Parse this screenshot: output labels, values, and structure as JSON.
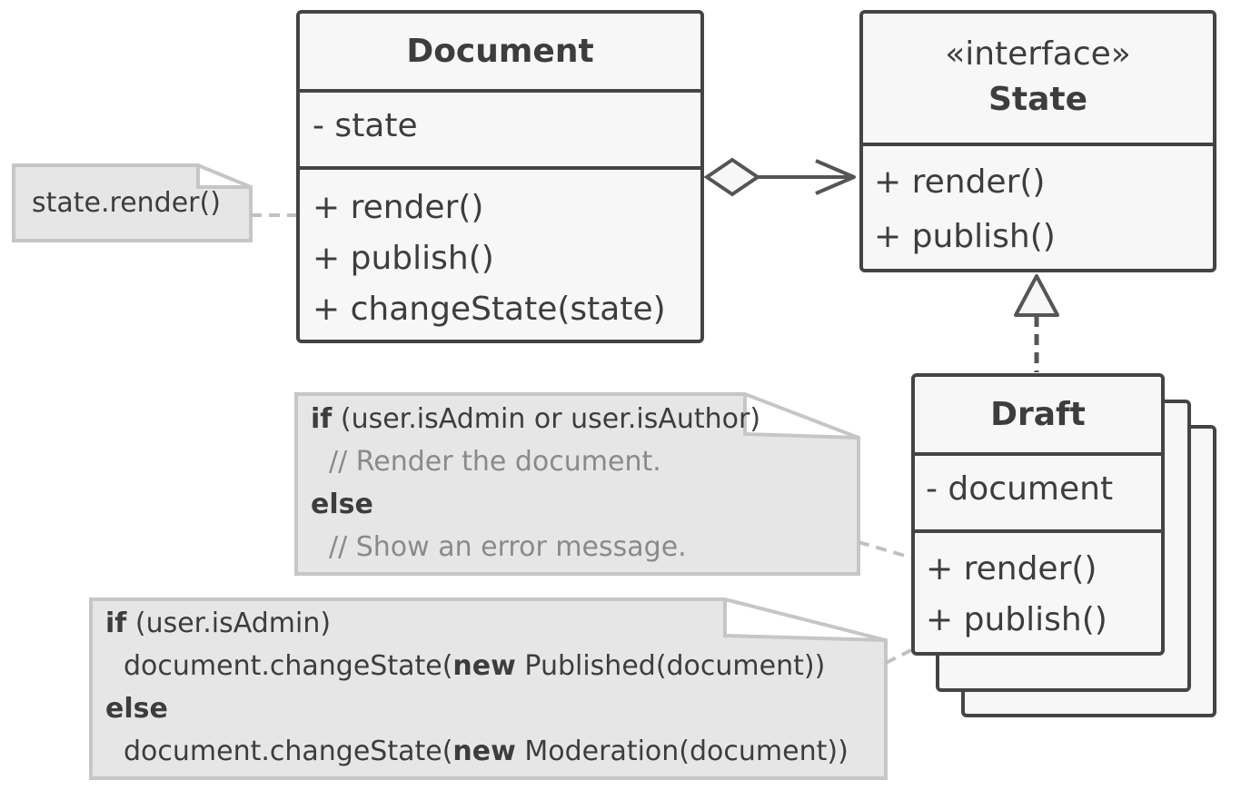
{
  "document_class": {
    "name": "Document",
    "fields": [
      "- state"
    ],
    "methods": [
      "+ render()",
      "+ publish()",
      "+ changeState(state)"
    ]
  },
  "state_interface": {
    "stereotype": "«interface»",
    "name": "State",
    "methods": [
      "+ render()",
      "+ publish()"
    ]
  },
  "draft_class": {
    "name": "Draft",
    "fields": [
      "- document"
    ],
    "methods": [
      "+ render()",
      "+ publish()"
    ]
  },
  "note_render": {
    "text": "state.render()"
  },
  "note_draft_render": {
    "kw_if": "if",
    "cond": " (user.isAdmin or user.isAuthor)",
    "comment1": "// Render the document.",
    "kw_else": "else",
    "comment2": "// Show an error message."
  },
  "note_draft_publish": {
    "kw_if": "if",
    "cond": " (user.isAdmin)",
    "line2_pre": "document.changeState(",
    "kw_new1": "new",
    "line2_post": " Published(document))",
    "kw_else": "else",
    "line4_pre": "document.changeState(",
    "kw_new2": "new",
    "line4_post": " Moderation(document))"
  },
  "colors": {
    "border": "#444444",
    "box_fill": "#f7f7f7",
    "note_fill": "#e6e6e6",
    "note_border": "#c6c6c6",
    "dashed_connector": "#c0c0c0",
    "comment_text": "#8a8a8a"
  }
}
